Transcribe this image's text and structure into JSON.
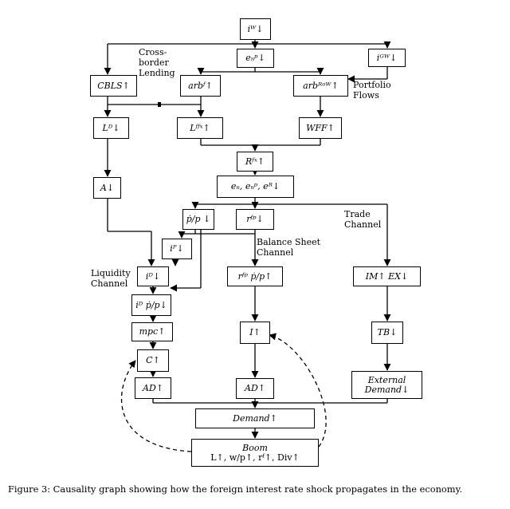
{
  "nodes": {
    "iw": "iᵂ↓",
    "enp": "eₙᵖ↓",
    "igw": "iᴳᵂ↓",
    "cbls": "CBLS↑",
    "arbf": "arbᶠ↑",
    "arbrow": "arbᴿᵒᵂ↑",
    "ld": "Lᴰ↓",
    "lffx": "Lᶠᶠˣ↑",
    "wff": "WFF↑",
    "rfx": "Rᶠˣ↑",
    "exrates": "eₙ, eₙᵖ, eᴿ↓",
    "a": "A↓",
    "pdotp": "ṗ/p ↓",
    "rf": "rᶠᵖ↓",
    "ip": "iᴾ↓",
    "id": "iᴰ↓",
    "rfep": "rᶠᵖ ṗ/p↑",
    "imex": "IM↑ EX↓",
    "idp": "iᴰ ṗ/p↓",
    "mpc": "mpc↑",
    "i": "I↑",
    "tb": "TB↓",
    "c": "C↑",
    "ad1": "AD↑",
    "ad2": "AD↑",
    "extdemand_line1": "External",
    "extdemand_line2": "Demand↓",
    "demand": "Demand↑",
    "boom_line1": "Boom",
    "boom_line2": "L↑, w/p↑, rᶠ↑, Div↑"
  },
  "labels": {
    "crossborder_1": "Cross-",
    "crossborder_2": "border",
    "crossborder_3": "Lending",
    "portfolio_1": "Portfolio",
    "portfolio_2": "Flows",
    "trade_1": "Trade",
    "trade_2": "Channel",
    "balance_1": "Balance Sheet",
    "balance_2": "Channel",
    "liquidity_1": "Liquidity",
    "liquidity_2": "Channel"
  },
  "caption": "Figure 3: Causality graph showing how the foreign interest rate shock propagates in the economy."
}
